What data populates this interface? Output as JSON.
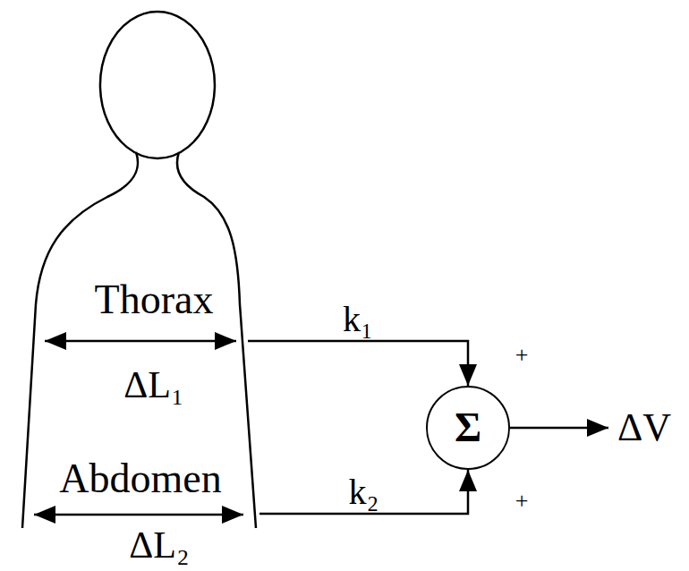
{
  "diagram": {
    "nodes": [
      {
        "text": [
          "Thorax",
          "ΔL₁",
          "Abdomen",
          "ΔL₂"
        ]
      },
      {
        "text": [
          "Σ"
        ]
      }
    ],
    "edges": [
      {
        "from": 0,
        "to": 1,
        "label": "k₁",
        "arrow": "to"
      },
      {
        "from": 0,
        "to": 1,
        "label": "k₂",
        "arrow": "to"
      }
    ],
    "labels": [
      "+",
      "ΔV",
      "+"
    ]
  }
}
